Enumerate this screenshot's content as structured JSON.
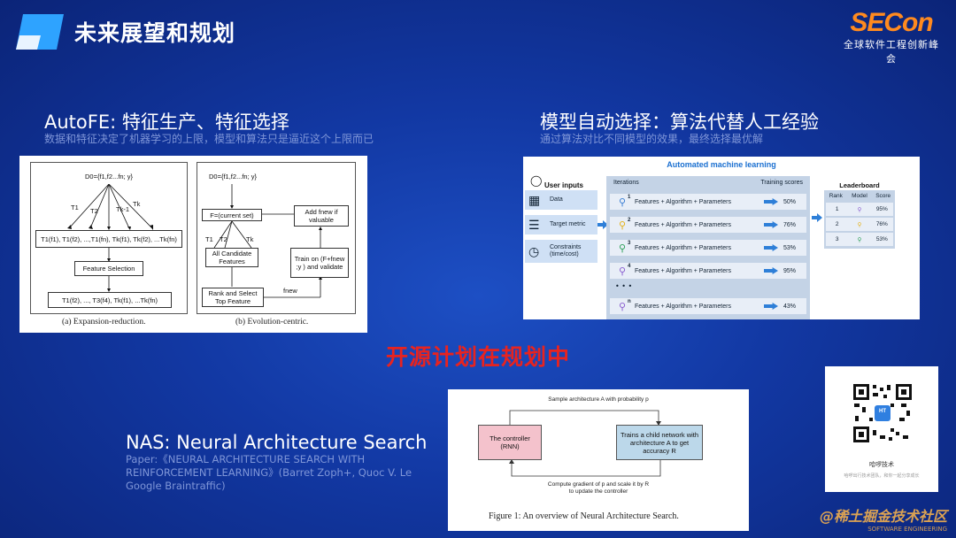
{
  "header": {
    "title": "未来展望和规划",
    "brand_name": "SECon",
    "brand_subtitle": "全球软件工程创新峰会"
  },
  "autofe": {
    "heading": "AutoFE: 特征生产、特征选择",
    "subheading": "数据和特征决定了机器学习的上限，模型和算法只是逼近这个上限而已",
    "left": {
      "top": "D0={f1,f2...fn; y}",
      "t1": "T1",
      "t2": "T2",
      "tk1": "Tk-1",
      "tk": "Tk",
      "expanded": "T1(f1), T1(f2), ...,T1(fn), Tk(f1), Tk(f2), ...Tk(fn)",
      "selection": "Feature Selection",
      "result": "T1(f2), ..., T3(f4), Tk(f1), ...Tk(fn)",
      "caption": "(a) Expansion-reduction."
    },
    "right": {
      "top": "D0={f1,f2...fn; y}",
      "current": "F=(current set)",
      "candidates": "All Candidate Features",
      "rank": "Rank and Select Top Feature",
      "add": "Add fnew if valuable",
      "train": "Train on (F+fnew ;y ) and validate",
      "fnew": "fnew",
      "t1": "T1",
      "t2": "T2",
      "tk": "Tk",
      "caption": "(b) Evolution-centric."
    }
  },
  "automodel": {
    "heading": "模型自动选择：算法代替人工经验",
    "subheading": "通过算法对比不同模型的效果，最终选择最优解",
    "diagram_title": "Automated machine learning",
    "user_inputs": "User inputs",
    "inputs": [
      {
        "label": "Data",
        "icon": "table-icon"
      },
      {
        "label": "Target metric",
        "icon": "checklist-icon"
      },
      {
        "label": "Constraints (time/cost)",
        "icon": "clock-icon"
      }
    ],
    "iterations_label": "Iterations",
    "training_scores_label": "Training scores",
    "rows": [
      {
        "n": "1",
        "text": "Features  +  Algorithm  +  Parameters",
        "score": "50%"
      },
      {
        "n": "2",
        "text": "Features  +  Algorithm  +  Parameters",
        "score": "76%"
      },
      {
        "n": "3",
        "text": "Features  +  Algorithm  +  Parameters",
        "score": "53%"
      },
      {
        "n": "4",
        "text": "Features  +  Algorithm  +  Parameters",
        "score": "95%"
      },
      {
        "n": "n",
        "text": "Features  +  Algorithm  +  Parameters",
        "score": "43%"
      }
    ],
    "ellipsis": "• • •",
    "leaderboard": {
      "title": "Leaderboard",
      "cols": [
        "Rank",
        "Model",
        "Score"
      ],
      "rows": [
        {
          "rank": "1",
          "score": "95%"
        },
        {
          "rank": "2",
          "score": "76%"
        },
        {
          "rank": "3",
          "score": "53%"
        }
      ]
    }
  },
  "opensource": "开源计划在规划中",
  "nas": {
    "heading": "NAS: Neural Architecture Search",
    "paper": "Paper:《NEURAL ARCHITECTURE SEARCH WITH REINFORCEMENT LEARNING》(Barret Zoph+, Quoc V. Le Google Braintraffic)",
    "top_label": "Sample architecture A with probability p",
    "controller": "The controller (RNN)",
    "child": "Trains a child network with architecture A to get accuracy R",
    "bottom_label": "Compute gradient of p and scale it by R to update the controller",
    "caption": "Figure 1: An overview of Neural Architecture Search."
  },
  "qr": {
    "center_badge": "HT",
    "name": "哈啰技术",
    "desc": "哈啰出行技术团队，和你一起分享成长"
  },
  "watermark": {
    "line1": "@稀土掘金技术社区",
    "line2": "SOFTWARE ENGINEERING"
  },
  "colors": {
    "accent_orange": "#ff8a1f",
    "highlight_red": "#e8231f",
    "controller_pink": "#f4c2cc",
    "child_blue": "#bcd8ea"
  }
}
